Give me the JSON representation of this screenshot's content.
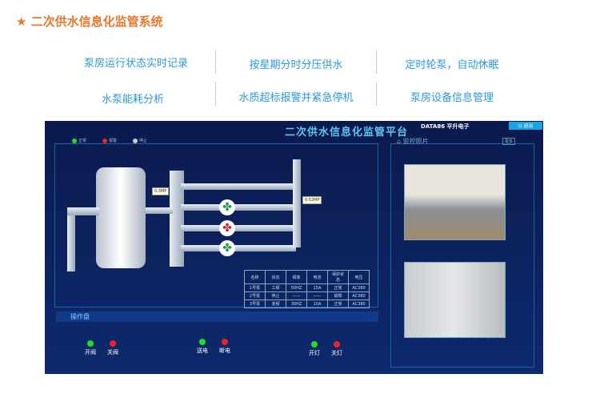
{
  "header": {
    "title": "★ 二次供水信息化监管系统"
  },
  "features": [
    "泵房运行状态实时记录",
    "按星期分时分压供水",
    "定时轮泵，自动休眠",
    "水泵能耗分析",
    "水质超标报警并紧急停机",
    "泵房设备信息管理"
  ],
  "panel": {
    "title": "二次供水信息化监管平台",
    "brand": "DATA86 平升电子",
    "logout": "退出",
    "photos_title": "监控照片",
    "photos_more": "更多",
    "legend": [
      {
        "label": "正常",
        "color": "#22dd22"
      },
      {
        "label": "报警",
        "color": "#ee2222"
      },
      {
        "label": "停止",
        "color": "#cccccc"
      }
    ],
    "gauges": [
      "0.3MP",
      "0.52MP"
    ],
    "table": {
      "headers": [
        "名称",
        "状态",
        "频率",
        "电流",
        "保护状态",
        "电压"
      ],
      "rows": [
        [
          "1号泵",
          "工频",
          "50HZ",
          "15A",
          "正常",
          "AC380"
        ],
        [
          "2号泵",
          "停止",
          "——",
          "——",
          "故障",
          "AC380"
        ],
        [
          "3号泵",
          "变频",
          "30HZ",
          "10A",
          "正常",
          "AC380"
        ]
      ]
    },
    "console_title": "操作盘",
    "buttons": [
      {
        "label": "开阀",
        "color": "#22dd22"
      },
      {
        "label": "关阀",
        "color": "#ee2222"
      },
      {
        "label": "送电",
        "color": "#22dd22"
      },
      {
        "label": "断电",
        "color": "#ee2222"
      },
      {
        "label": "开灯",
        "color": "#22dd22"
      },
      {
        "label": "关灯",
        "color": "#ee2222"
      }
    ]
  }
}
